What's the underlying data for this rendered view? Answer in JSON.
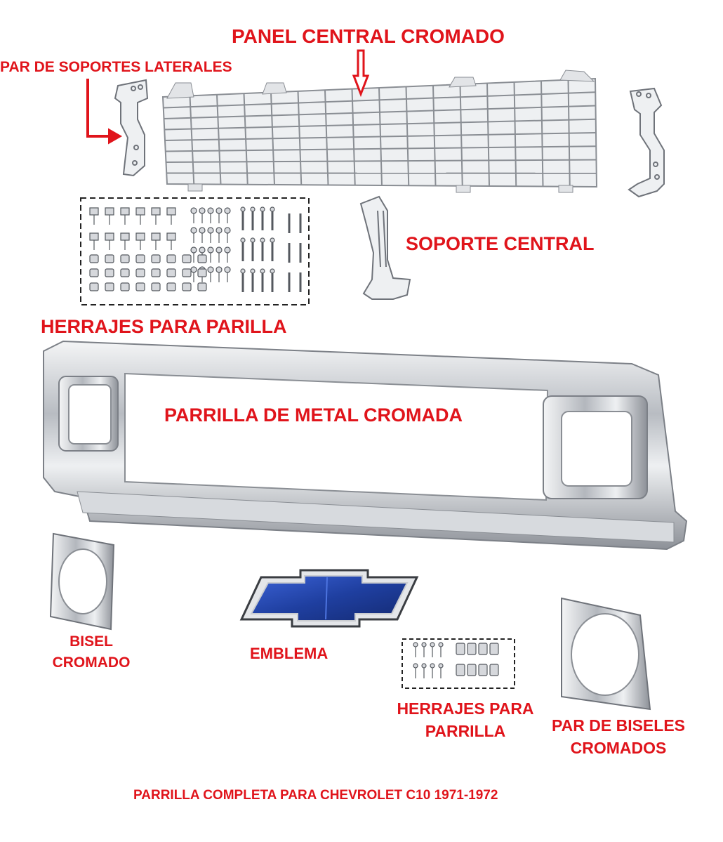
{
  "labels": {
    "panel_central": "PANEL CENTRAL CROMADO",
    "soportes_laterales": "PAR DE SOPORTES LATERALES",
    "soporte_central": "SOPORTE CENTRAL",
    "herrajes_parilla": "HERRAJES PARA PARILLA",
    "parrilla_metal": "PARRILLA DE METAL CROMADA",
    "bisel_line1": "BISEL",
    "bisel_line2": "CROMADO",
    "emblema": "EMBLEMA",
    "herrajes2_line1": "HERRAJES PARA",
    "herrajes2_line2": "PARRILLA",
    "biseles_line1": "PAR DE BISELES",
    "biseles_line2": "CROMADOS",
    "footer": "PARRILLA COMPLETA PARA CHEVROLET C10 1971-1972"
  },
  "colors": {
    "label_red": "#e0141b",
    "chrome": "#c9ccd0",
    "chrome_dark": "#8a8e94",
    "emblem_blue": "#1f3fa0"
  },
  "icons": [
    "arrow-down-icon",
    "arrow-bent-icon",
    "bowtie-emblem-icon"
  ]
}
